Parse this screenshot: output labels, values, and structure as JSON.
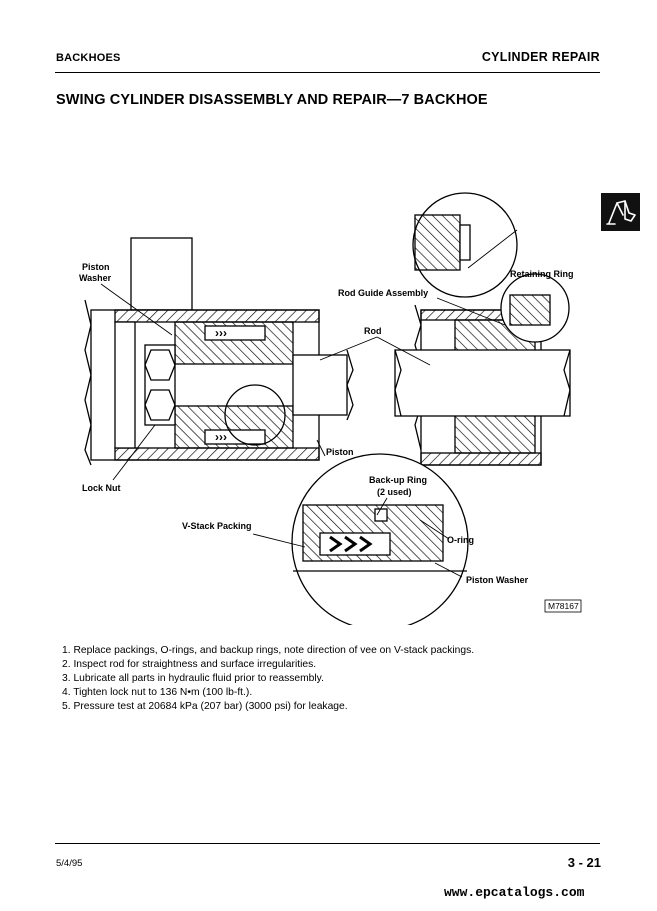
{
  "header": {
    "left": "BACKHOES",
    "right": "CYLINDER REPAIR"
  },
  "title": "SWING CYLINDER DISASSEMBLY AND REPAIR—7 BACKHOE",
  "section_tab_icon": "backhoe-icon",
  "figure": {
    "labels": {
      "piston_washer_line1": "Piston",
      "piston_washer_line2": "Washer",
      "retaining_ring": "Retaining Ring",
      "rod_guide_assembly": "Rod Guide Assembly",
      "rod": "Rod",
      "piston": "Piston",
      "backup_ring_line1": "Back-up Ring",
      "backup_ring_line2": "(2 used)",
      "lock_nut": "Lock Nut",
      "v_stack_packing": "V-Stack Packing",
      "o_ring": "O-ring",
      "piston_washer_detail": "Piston Washer"
    },
    "figure_id": "M78167"
  },
  "steps": [
    "1. Replace packings, O-rings, and backup rings, note direction of vee on V-stack packings.",
    "2. Inspect rod for straightness and surface irregularities.",
    "3. Lubricate all parts in hydraulic fluid prior to reassembly.",
    "4. Tighten lock nut to 136 N•m (100 lb-ft.).",
    "5. Pressure test at 20684 kPa (207 bar) (3000 psi) for leakage."
  ],
  "footer": {
    "date": "5/4/95",
    "page": "3 - 21"
  },
  "watermark": "www.epcatalogs.com"
}
